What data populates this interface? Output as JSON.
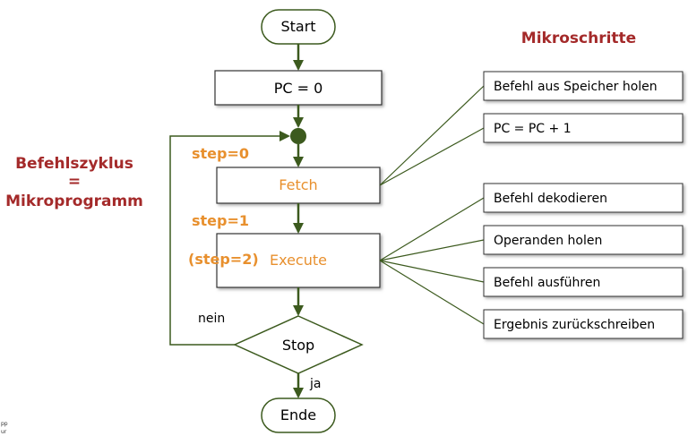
{
  "flow": {
    "start": "Start",
    "pc_init": "PC = 0",
    "fetch": "Fetch",
    "execute": "Execute",
    "stop": "Stop",
    "end": "Ende",
    "no_label": "nein",
    "yes_label": "ja"
  },
  "steps": {
    "step0": "step=0",
    "step1": "step=1",
    "step2": "(step=2)"
  },
  "side_title": {
    "line1": "Befehlszyklus",
    "line2": "=",
    "line3": "Mikroprogramm"
  },
  "micro": {
    "heading": "Mikroschritte",
    "fetch_steps": [
      "Befehl aus Speicher holen",
      "PC = PC + 1"
    ],
    "execute_steps": [
      "Befehl dekodieren",
      "Operanden holen",
      "Befehl ausführen",
      "Ergebnis zurückschreiben"
    ]
  },
  "colors": {
    "line": "#3c5a1e",
    "orange": "#e8902e",
    "red": "#a42a2a"
  },
  "corner_text": [
    "pp",
    "ur"
  ]
}
